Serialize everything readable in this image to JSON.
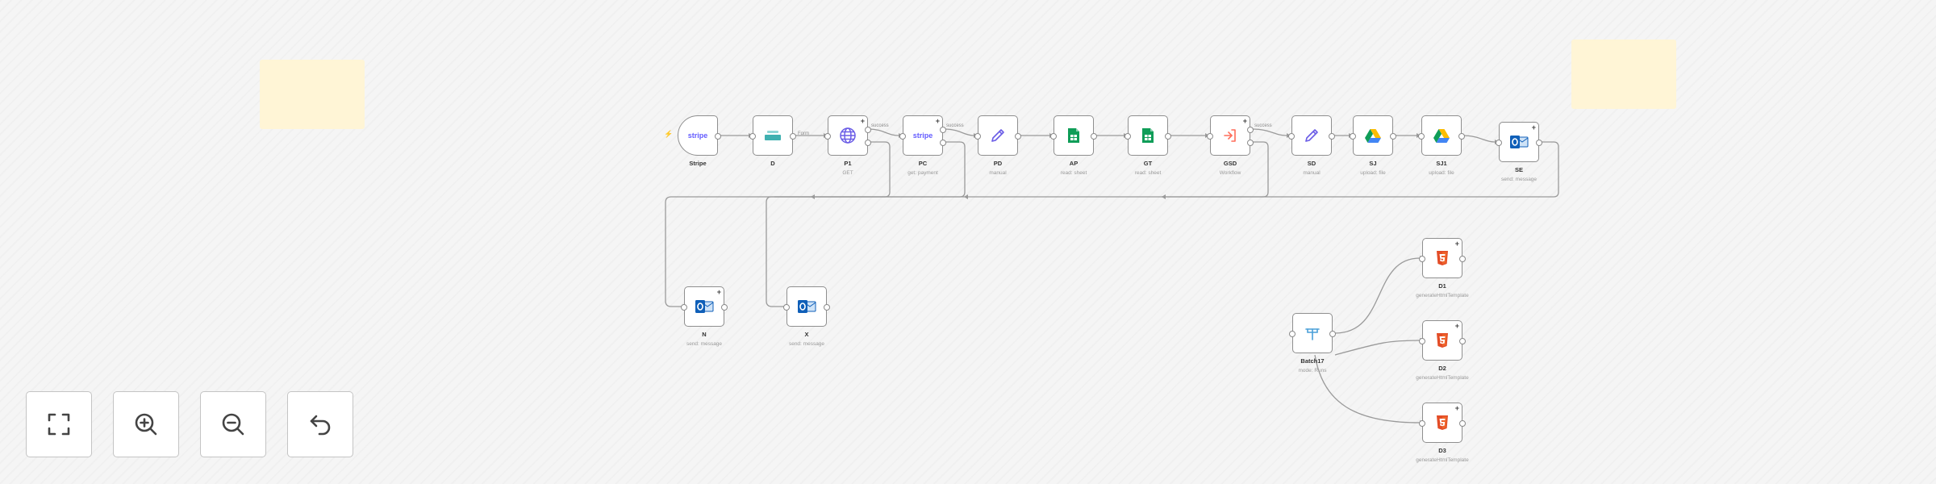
{
  "canvas": {
    "edge_label_success": "success",
    "edge_label_form": "Form"
  },
  "nodes": [
    {
      "id": "stripe",
      "label": "Stripe",
      "sub": "",
      "icon": "stripe-logo-icon",
      "icon_text": "stripe"
    },
    {
      "id": "n_d",
      "label": "D",
      "sub": "",
      "icon": "edit-fields-icon"
    },
    {
      "id": "n_p1",
      "label": "P1",
      "sub": "GET",
      "icon": "globe-icon"
    },
    {
      "id": "n_pc",
      "label": "PC",
      "sub": "get: payment",
      "icon": "stripe-logo-icon",
      "icon_text": "stripe"
    },
    {
      "id": "n_pd",
      "label": "PD",
      "sub": "manual",
      "icon": "pencil-icon"
    },
    {
      "id": "n_ap",
      "label": "AP",
      "sub": "read: sheet",
      "icon": "google-sheets-icon"
    },
    {
      "id": "n_gt",
      "label": "GT",
      "sub": "read: sheet",
      "icon": "google-sheets-icon"
    },
    {
      "id": "n_gsd",
      "label": "GSD",
      "sub": "Workflow",
      "icon": "execute-workflow-icon"
    },
    {
      "id": "n_sd",
      "label": "SD",
      "sub": "manual",
      "icon": "pencil-icon"
    },
    {
      "id": "n_sj",
      "label": "SJ",
      "sub": "upload: file",
      "icon": "google-drive-icon"
    },
    {
      "id": "n_sj1",
      "label": "SJ1",
      "sub": "upload: file",
      "icon": "google-drive-icon"
    },
    {
      "id": "n_se",
      "label": "SE",
      "sub": "send: message",
      "icon": "outlook-icon"
    },
    {
      "id": "n_n",
      "label": "N",
      "sub": "send: message",
      "icon": "outlook-icon"
    },
    {
      "id": "n_x",
      "label": "X",
      "sub": "send: message",
      "icon": "outlook-icon"
    },
    {
      "id": "n_batch",
      "label": "Batch17",
      "sub": "mode: Runs",
      "icon": "split-icon"
    },
    {
      "id": "n_d1",
      "label": "D1",
      "sub": "generateHtmlTemplate",
      "icon": "html-icon"
    },
    {
      "id": "n_d2",
      "label": "D2",
      "sub": "generateHtmlTemplate",
      "icon": "html-icon"
    },
    {
      "id": "n_d3",
      "label": "D3",
      "sub": "generateHtmlTemplate",
      "icon": "html-icon"
    }
  ],
  "controls": [
    {
      "name": "fit-view-button",
      "icon": "fit-view-icon"
    },
    {
      "name": "zoom-in-button",
      "icon": "zoom-in-icon"
    },
    {
      "name": "zoom-out-button",
      "icon": "zoom-out-icon"
    },
    {
      "name": "undo-button",
      "icon": "undo-icon"
    }
  ],
  "colors": {
    "canvas_bg": "#f5f5f5",
    "sticky": "#fff5d6",
    "node_border": "#8f8f8f",
    "edge": "#9a9a9a",
    "stripe": "#635bff",
    "sheets": "#0f9d58",
    "outlook": "#0f5fb8",
    "html": "#e34c26",
    "trigger_bolt": "#ff6d5a"
  }
}
